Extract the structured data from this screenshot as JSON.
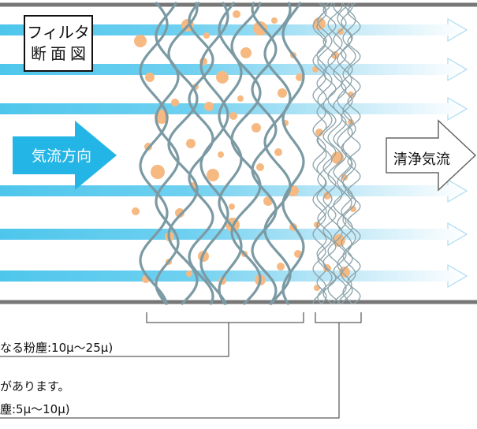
{
  "filter_label": {
    "line1": "フィルタ",
    "line2": "断面図"
  },
  "inlet_label": "気流方向",
  "outlet_label": "清浄気流",
  "captions": {
    "coarse": "なる粉塵:10μ～25μ)",
    "fine_line1": "があります。",
    "fine_line2": "塵:5μ～10μ)"
  },
  "colors": {
    "air_stream": "#4ec6ec",
    "inlet_arrow": "#22b5e6",
    "fiber": "#7b9aa4",
    "dust": "#f7b982",
    "rail": "#777777"
  }
}
